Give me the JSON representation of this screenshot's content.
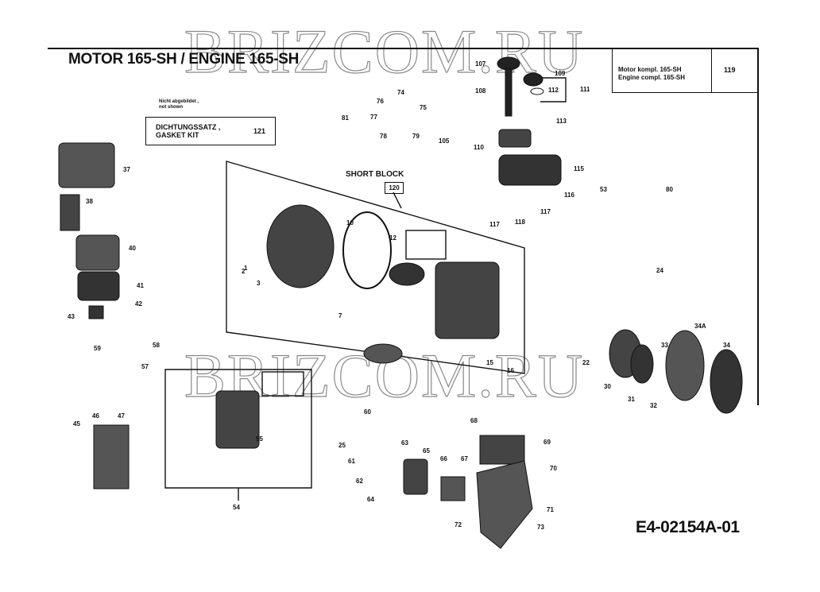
{
  "title": "MOTOR  165-SH / ENGINE  165-SH",
  "header": {
    "line1": "Motor kompl. 165-SH",
    "line2": "Engine compl. 165-SH",
    "number": "119"
  },
  "note": {
    "line1": "Nicht abgebildet ,",
    "line2": "not shown",
    "gasket_line1": "DICHTUNGSSATZ ,",
    "gasket_line2": "GASKET KIT",
    "gasket_number": "121"
  },
  "short_block": {
    "label": "SHORT BLOCK",
    "number": "120"
  },
  "diagram_code": "E4-02154A-01",
  "watermark": "BRIZCOM.RU",
  "callouts": [
    "107",
    "108",
    "109",
    "110",
    "111",
    "112",
    "113",
    "115",
    "116",
    "117",
    "117",
    "118",
    "74",
    "75",
    "76",
    "77",
    "78",
    "79",
    "81",
    "105",
    "53",
    "80",
    "37",
    "38",
    "40",
    "41",
    "42",
    "43",
    "59",
    "57",
    "58",
    "1",
    "2",
    "3",
    "7",
    "10",
    "12",
    "15",
    "16",
    "22",
    "24",
    "30",
    "31",
    "32",
    "33",
    "34A",
    "34",
    "45",
    "46",
    "47",
    "54",
    "55",
    "60",
    "61",
    "62",
    "63",
    "64",
    "65",
    "66",
    "67",
    "68",
    "69",
    "70",
    "71",
    "72",
    "73",
    "25"
  ]
}
